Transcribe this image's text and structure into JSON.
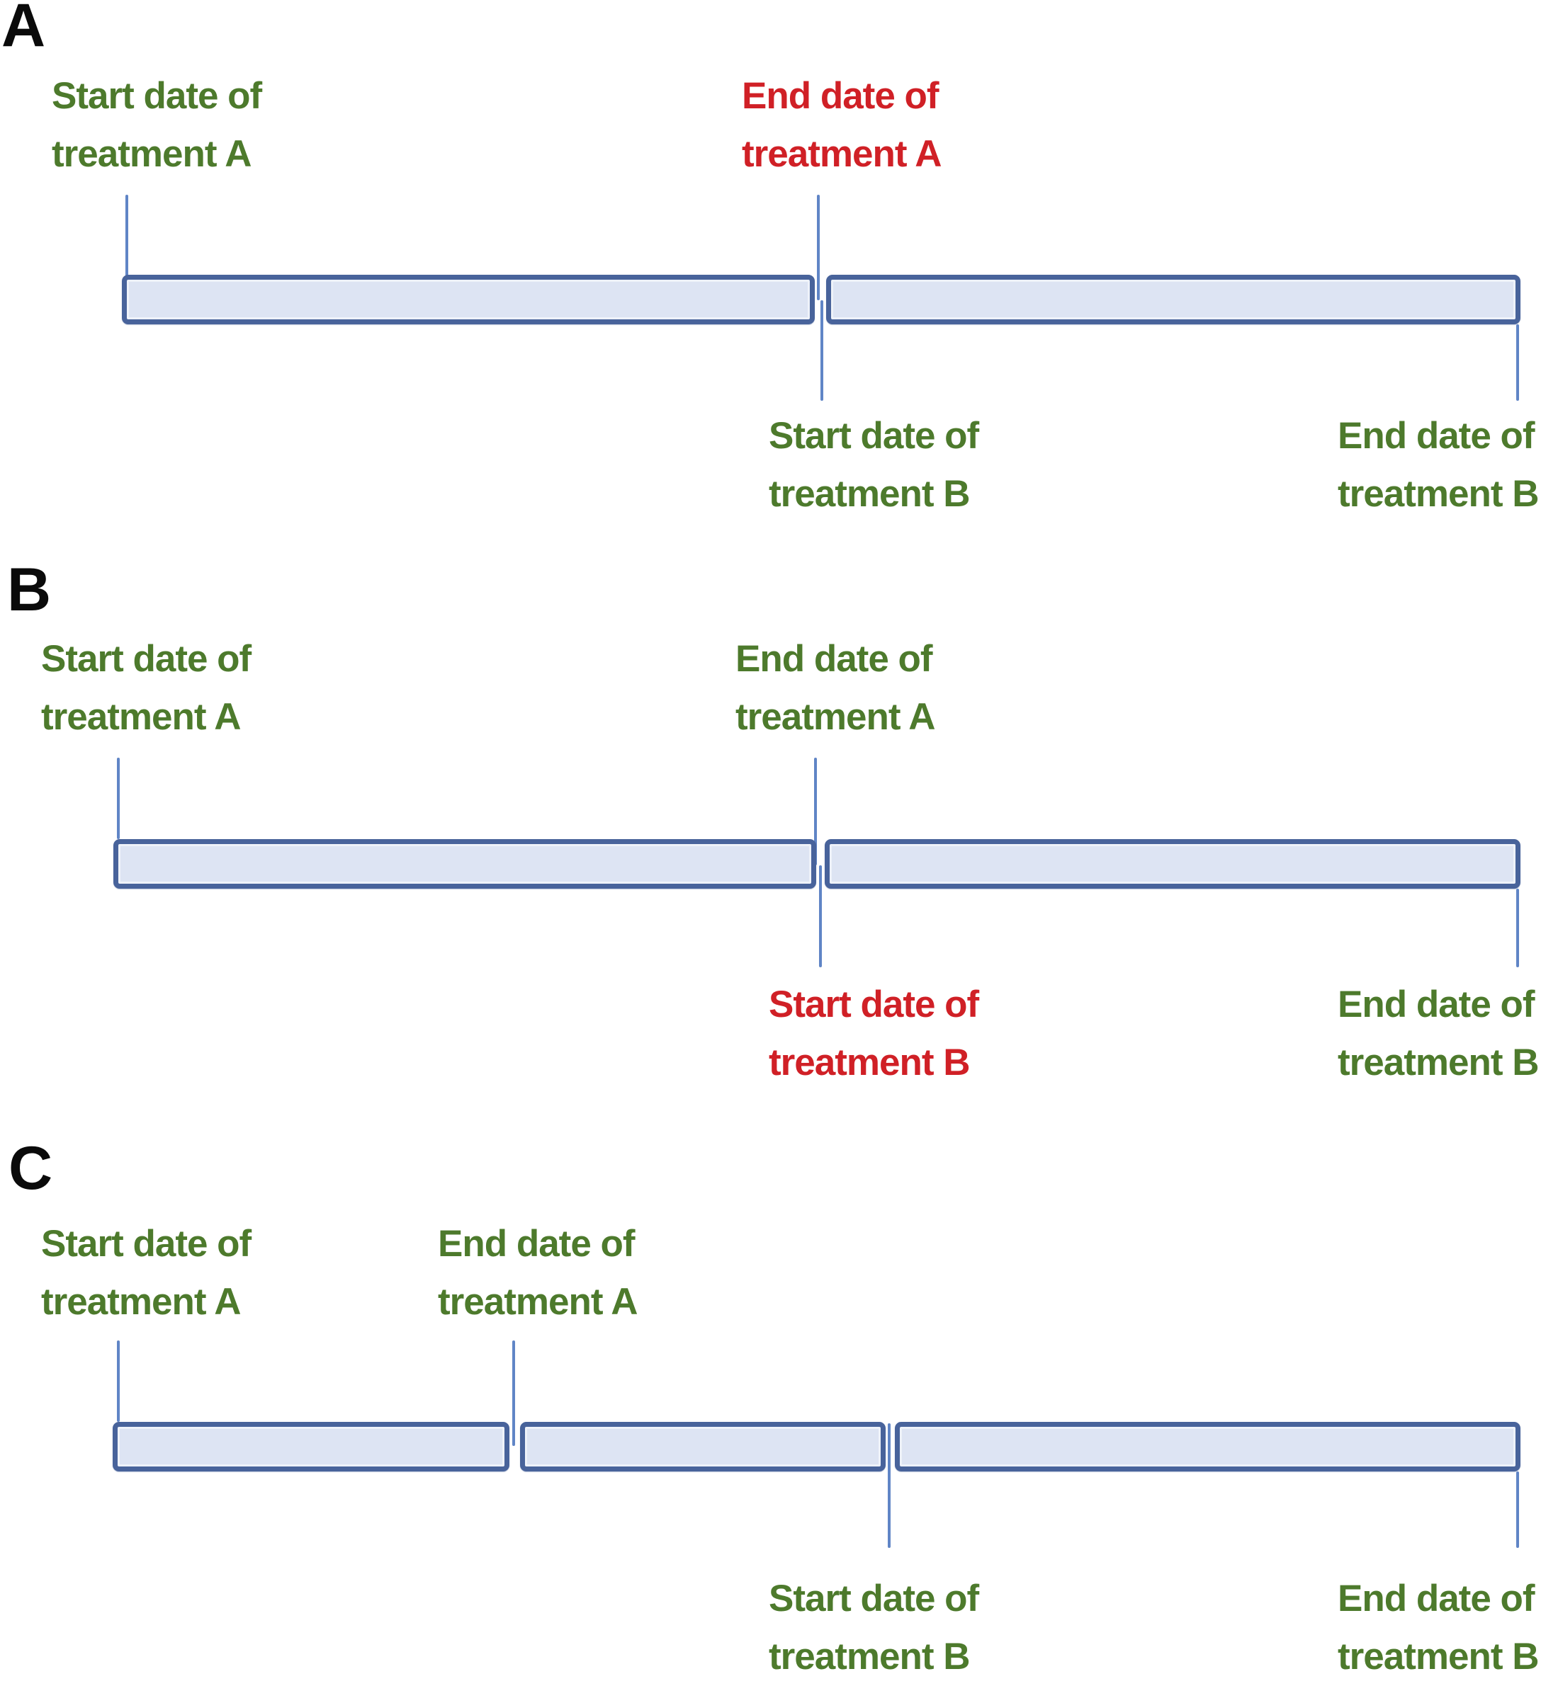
{
  "colors": {
    "green": "#4d7a2c",
    "red": "#d02026",
    "bar_fill": "#dde4f3",
    "bar_border": "#48639b",
    "tick": "#6085c6",
    "letter": "#0a0a0a",
    "background": "#ffffff"
  },
  "panels": [
    {
      "letter": "A",
      "labels": {
        "start_a": {
          "line1": "Start date of",
          "line2": "treatment A",
          "color": "green"
        },
        "end_a": {
          "line1": "End date of",
          "line2": "treatment A",
          "color": "red"
        },
        "start_b": {
          "line1": "Start date of",
          "line2": "treatment B",
          "color": "green"
        },
        "end_b": {
          "line1": "End date of",
          "line2": "treatment B",
          "color": "green"
        }
      }
    },
    {
      "letter": "B",
      "labels": {
        "start_a": {
          "line1": "Start date of",
          "line2": "treatment A",
          "color": "green"
        },
        "end_a": {
          "line1": "End date of",
          "line2": "treatment A",
          "color": "green"
        },
        "start_b": {
          "line1": "Start date of",
          "line2": "treatment B",
          "color": "red"
        },
        "end_b": {
          "line1": "End date of",
          "line2": "treatment B",
          "color": "green"
        }
      }
    },
    {
      "letter": "C",
      "labels": {
        "start_a": {
          "line1": "Start date of",
          "line2": "treatment A",
          "color": "green"
        },
        "end_a": {
          "line1": "End date of",
          "line2": "treatment A",
          "color": "green"
        },
        "start_b": {
          "line1": "Start date of",
          "line2": "treatment B",
          "color": "green"
        },
        "end_b": {
          "line1": "End date of",
          "line2": "treatment B",
          "color": "green"
        }
      }
    }
  ]
}
